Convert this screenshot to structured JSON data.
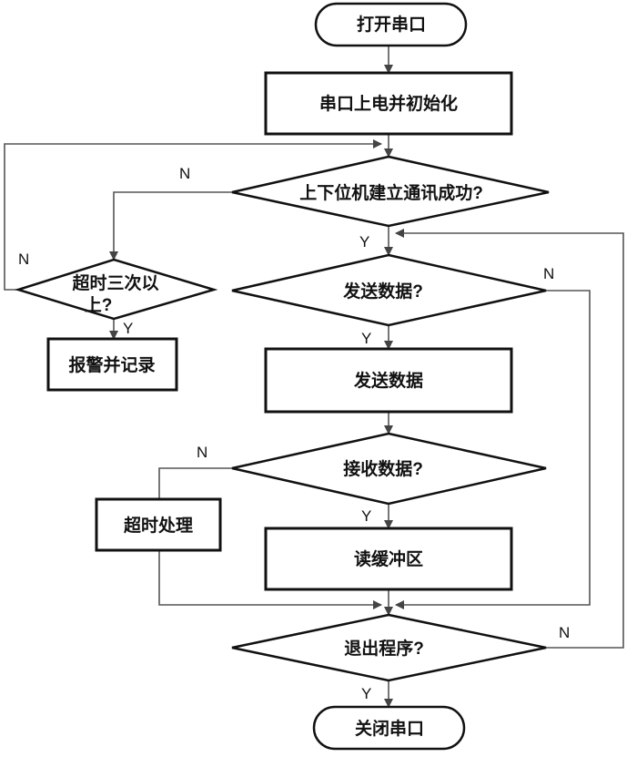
{
  "nodes": {
    "open_port": "打开串口",
    "power_init": "串口上电并初始化",
    "comm_success": "上下位机建立通讯成功?",
    "timeout_three_line1": "超时三次以",
    "timeout_three_line2": "上?",
    "alarm_record": "报警并记录",
    "send_q": "发送数据?",
    "send_data": "发送数据",
    "recv_q": "接收数据?",
    "timeout_handle": "超时处理",
    "read_buffer": "读缓冲区",
    "exit_q": "退出程序?",
    "close_port": "关闭串口"
  },
  "labels": {
    "n1": "N",
    "n2": "N",
    "y1": "Y",
    "y2": "Y",
    "n3": "N",
    "y3": "Y",
    "n4": "N",
    "y4": "Y",
    "n5": "N",
    "y5": "Y"
  },
  "colors": {
    "line": "#555555",
    "stroke": "#111111"
  }
}
